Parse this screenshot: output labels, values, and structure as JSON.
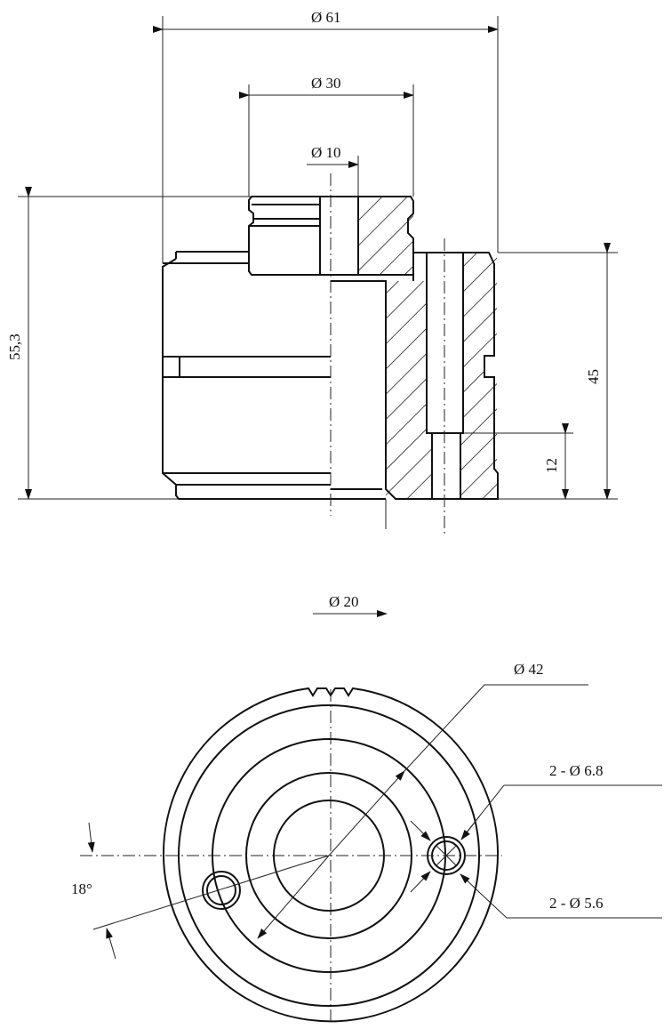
{
  "front_view": {
    "dim_outer_diameter": "Ø 61",
    "dim_cap_diameter": "Ø 30",
    "dim_bore_diameter": "Ø 10",
    "dim_total_height": "55,3",
    "dim_body_height": "45",
    "dim_hole_depth": "12",
    "dim_step_diameter": "Ø 20"
  },
  "top_view": {
    "dim_bolt_circle": "Ø 42",
    "dim_hole_outer": "2 - Ø 6.8",
    "dim_hole_inner": "2 - Ø 5.6",
    "dim_angle": "18°"
  },
  "colors": {
    "line": "#111111",
    "background": "#ffffff"
  }
}
